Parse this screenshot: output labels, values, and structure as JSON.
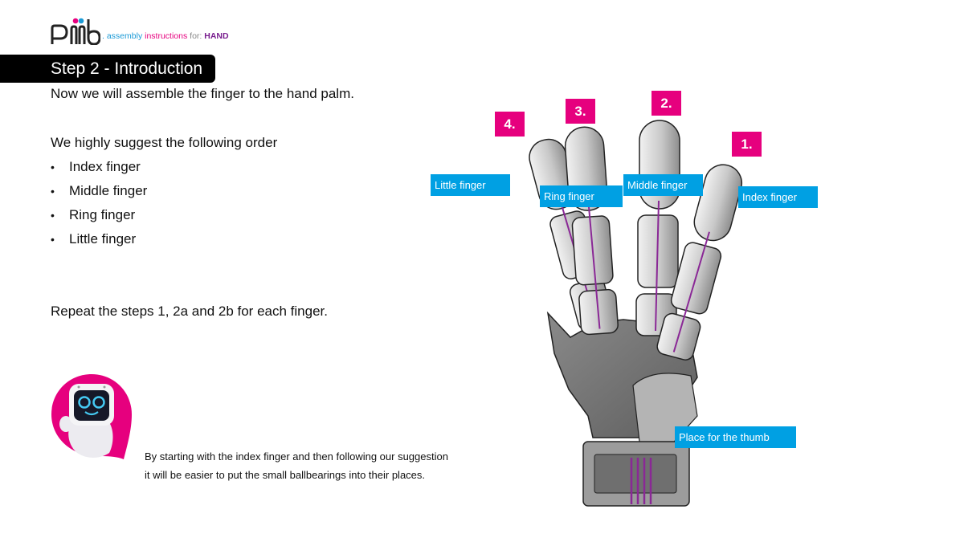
{
  "header": {
    "logo_icon": "pib-logo-icon",
    "tagline_dot": ".",
    "tagline_assembly": "assembly",
    "tagline_instructions": "instructions",
    "tagline_for": "for:",
    "tagline_subject": "HAND"
  },
  "step": {
    "title": "Step 2 - Introduction"
  },
  "content": {
    "intro": "Now we will assemble the finger to the hand palm.",
    "order_heading": "We highly suggest the following order",
    "order_items": [
      "Index finger",
      "Middle finger",
      "Ring finger",
      "Little finger"
    ],
    "bullet": "•",
    "repeat": "Repeat the steps 1, 2a and 2b for each finger."
  },
  "note": {
    "mascot_icon": "pib-robot-mascot-icon",
    "line1": "By starting with the index finger and then following our suggestion",
    "line2": "it will be easier to put the small ballbearings into their places."
  },
  "figure": {
    "image_icon": "robot-hand-assembly-icon",
    "numbers": [
      "1.",
      "2.",
      "3.",
      "4."
    ],
    "labels": {
      "little": "Little finger",
      "ring": "Ring finger",
      "middle": "Middle finger",
      "index": "Index finger",
      "thumb": "Place for the thumb"
    }
  },
  "colors": {
    "magenta": "#e6007e",
    "blue": "#00a0e3",
    "purple": "#7a1f8f",
    "black": "#000000"
  }
}
